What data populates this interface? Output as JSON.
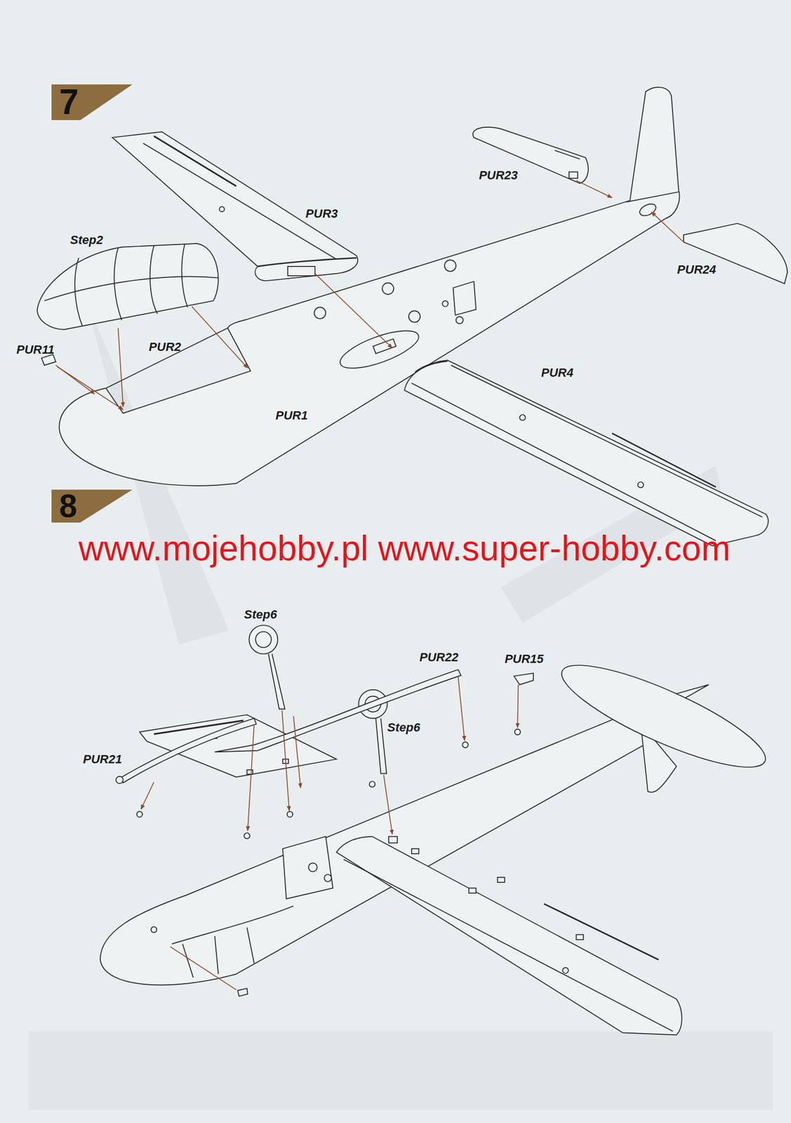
{
  "diagram": {
    "nodes": [
      {
        "text": [
          "7"
        ]
      },
      {
        "text": [
          "8"
        ]
      }
    ],
    "labels": [
      "Step2",
      "PUR3",
      "PUR23",
      "PUR24",
      "PUR11",
      "PUR2",
      "PUR1",
      "PUR4",
      "www.mojehobby.pl www.super-hobby.com",
      "Step6",
      "PUR22",
      "PUR15",
      "PUR21",
      "Step6"
    ]
  }
}
